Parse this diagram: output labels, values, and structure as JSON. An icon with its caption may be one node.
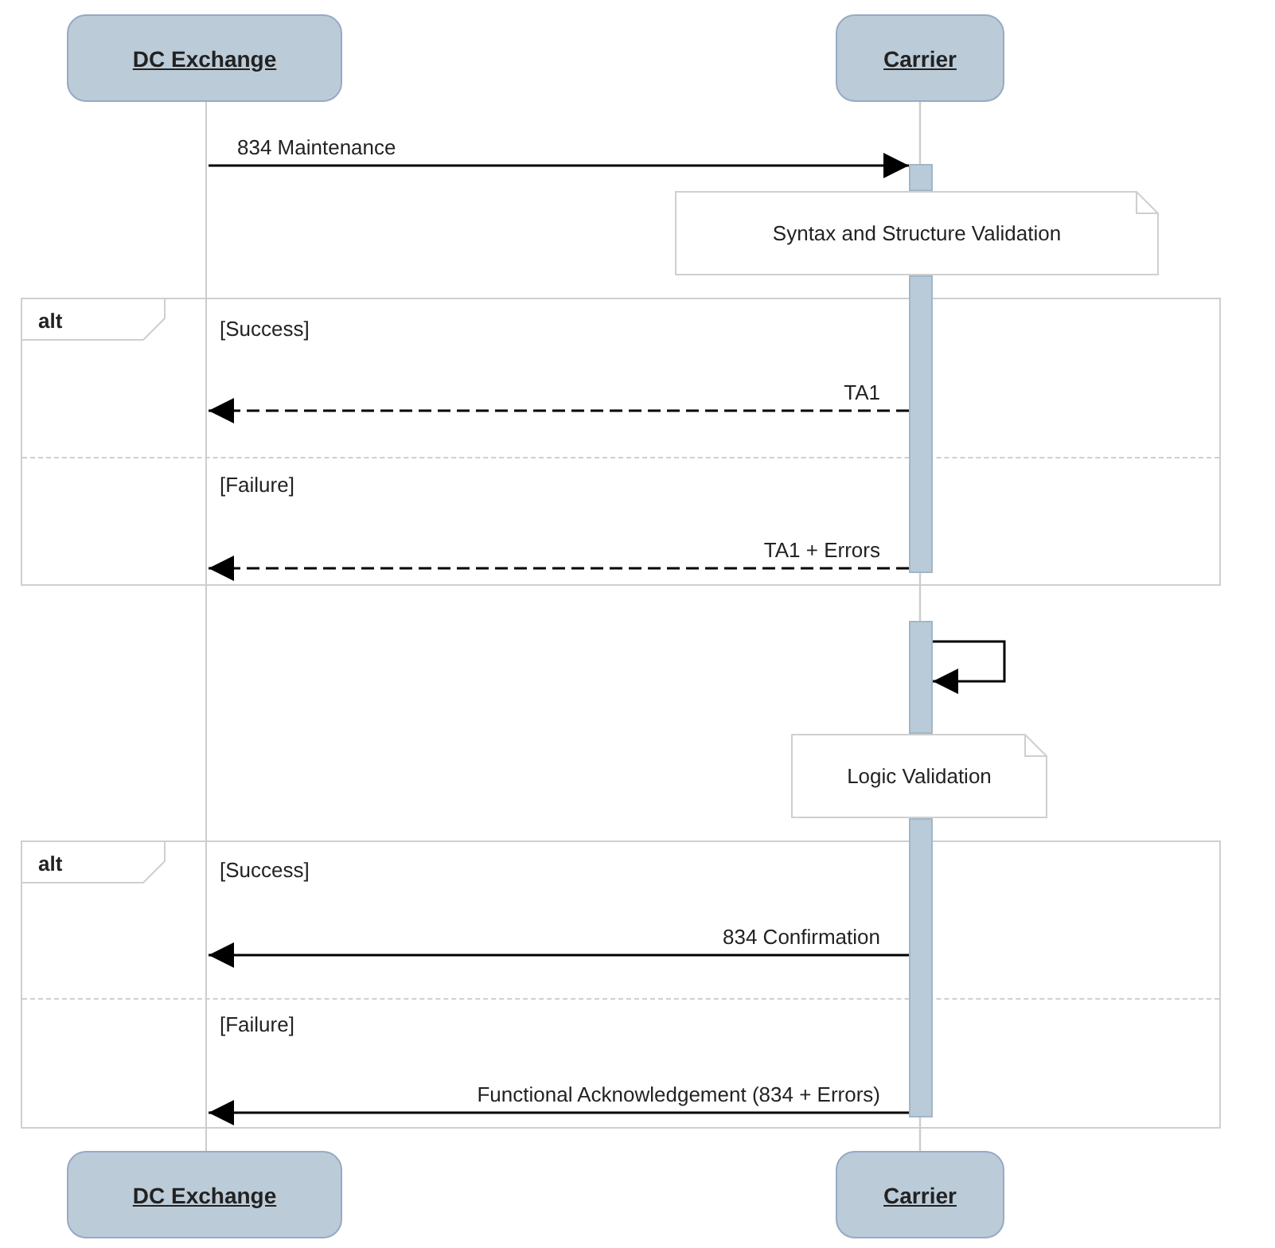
{
  "diagram": {
    "nodes": [
      {
        "text": [
          "DC Exchange"
        ]
      },
      {
        "text": [
          "Carrier"
        ]
      },
      {
        "text": [],
        "shape": "line"
      },
      {
        "text": [],
        "shape": "bar"
      },
      {
        "text": [
          "Syntax and Structure Validation"
        ]
      },
      {
        "text": [],
        "shape": "bar"
      },
      {
        "text": [],
        "shape": "bar"
      },
      {
        "text": [
          "Logic Validation"
        ]
      },
      {
        "text": [],
        "shape": "bar"
      },
      {
        "text": [
          "DC Exchange"
        ]
      },
      {
        "text": [
          "Carrier"
        ]
      }
    ],
    "edges": [
      {
        "from": 2,
        "to": 3,
        "arrow": "to",
        "label": "834 Maintenance"
      },
      {
        "from": 5,
        "to": 2,
        "arrow": "to",
        "label": "TA1",
        "style": "dashed"
      },
      {
        "from": 5,
        "to": 2,
        "arrow": "to",
        "label": "TA1 + Errors",
        "style": "dashed"
      },
      {
        "from": 6,
        "to": 6,
        "arrow": "to"
      },
      {
        "from": 8,
        "to": 2,
        "arrow": "to",
        "label": "834 Confirmation"
      },
      {
        "from": 8,
        "to": 2,
        "arrow": "to",
        "label": "Functional Acknowledgement (834 + Errors)"
      },
      {
        "from": 1,
        "to": 3,
        "arrow": "none",
        "color": "#cccccc"
      },
      {
        "from": 5,
        "to": 6,
        "arrow": "none",
        "color": "#cccccc"
      },
      {
        "from": 8,
        "to": 10,
        "arrow": "none",
        "color": "#cccccc"
      }
    ],
    "labels": [
      "alt",
      "[Success]",
      "[Failure]",
      "alt",
      "[Success]",
      "[Failure]"
    ]
  }
}
